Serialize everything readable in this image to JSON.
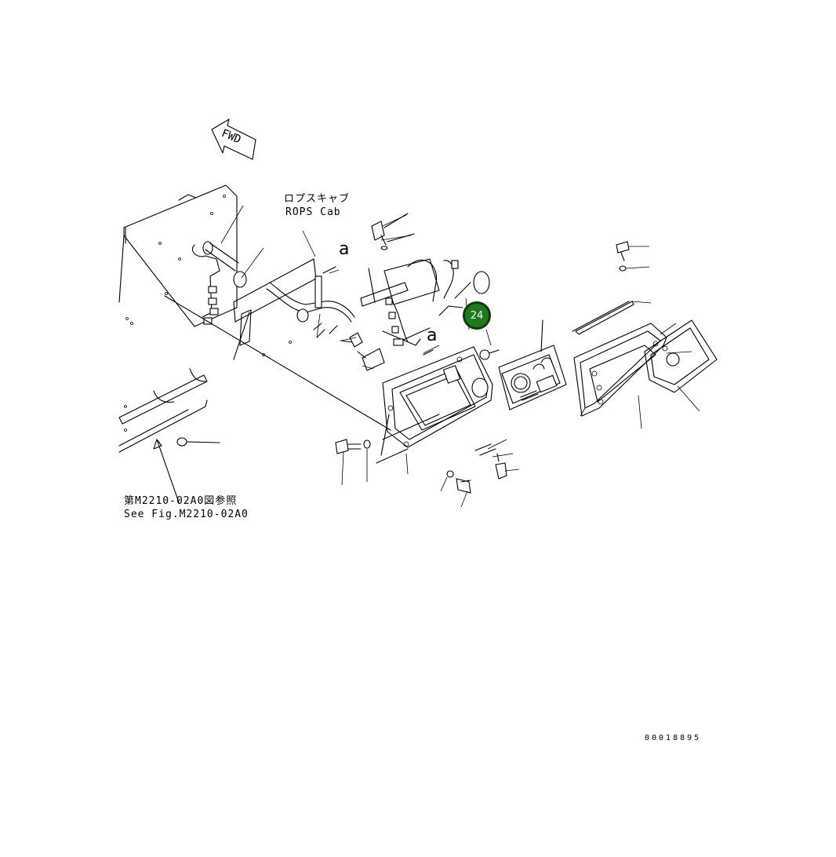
{
  "labels": {
    "fwd": "FWD",
    "rops_jp": "ロプスキャブ",
    "rops_en": "ROPS Cab",
    "ref_jp": "第M2210-02A0図参照",
    "ref_en": "See Fig.M2210-02A0",
    "letter_a1": "a",
    "letter_a2": "a",
    "drawing_number": "00018895"
  },
  "callout": {
    "number": "24",
    "color": "#1f7a1f"
  }
}
